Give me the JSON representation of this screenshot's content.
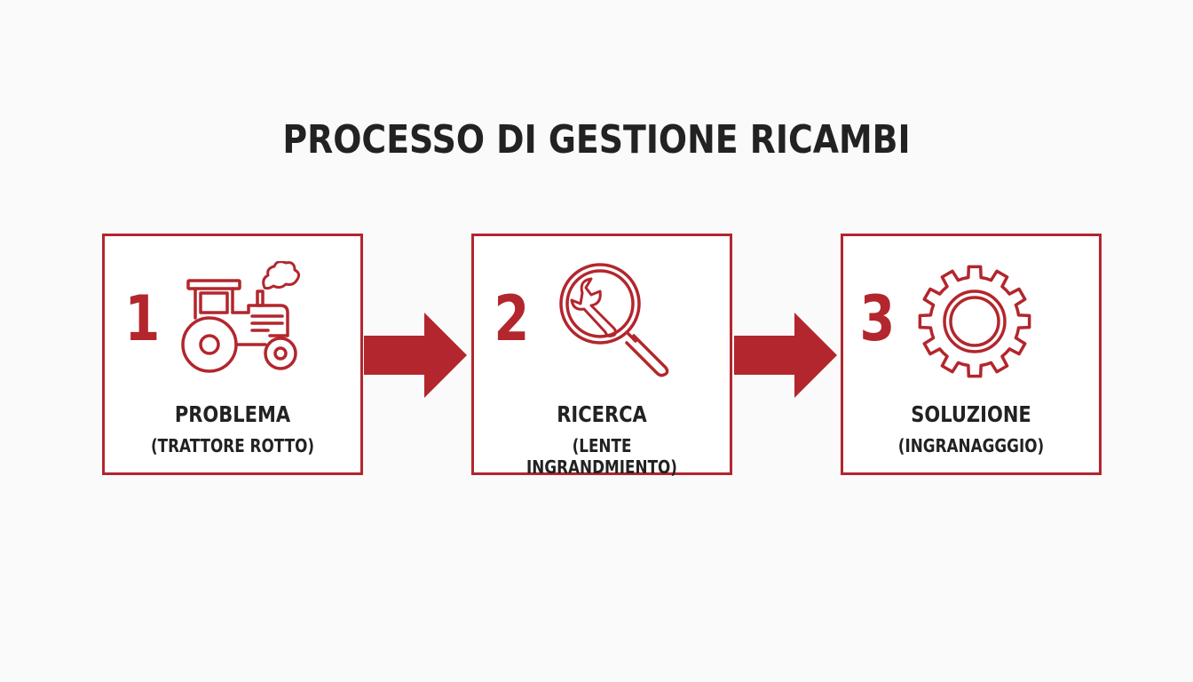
{
  "title": "PROCESSO DI GESTIONE RICAMBI",
  "colors": {
    "accent": "#b3262d",
    "text": "#222222",
    "background": "#fafafa"
  },
  "steps": [
    {
      "number": "1",
      "label": "PROBLEMA",
      "sublabel": "(TRATTORE ROTTO)",
      "icon": "broken-tractor-icon"
    },
    {
      "number": "2",
      "label": "RICERCA",
      "sublabel": "(LENTE INGRANDMIENTO)",
      "icon": "magnifier-wrench-icon"
    },
    {
      "number": "3",
      "label": "SOLUZIONE",
      "sublabel": "(INGRANAGGGIO)",
      "icon": "gear-icon"
    }
  ]
}
